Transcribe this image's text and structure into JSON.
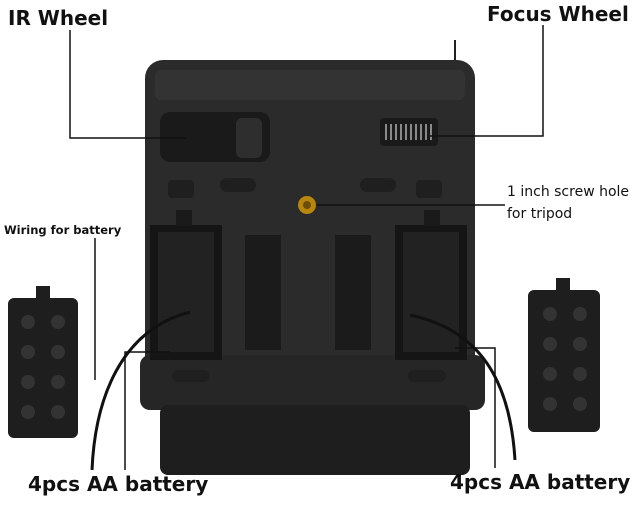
{
  "labels": {
    "ir_wheel": "IR Wheel",
    "focus_wheel": "Focus Wheel",
    "screw_hole_line1": "1 inch screw hole",
    "screw_hole_line2": "for tripod",
    "wiring": "Wiring for battery",
    "battery_left": "4pcs AA battery",
    "battery_right": "4pcs AA battery"
  },
  "colors": {
    "body": "#2b2b2b",
    "body_dark": "#1c1c1c",
    "body_light": "#3a3a3a",
    "compartment": "#151515",
    "screw_hole": "#b8860b",
    "line": "#111111"
  }
}
